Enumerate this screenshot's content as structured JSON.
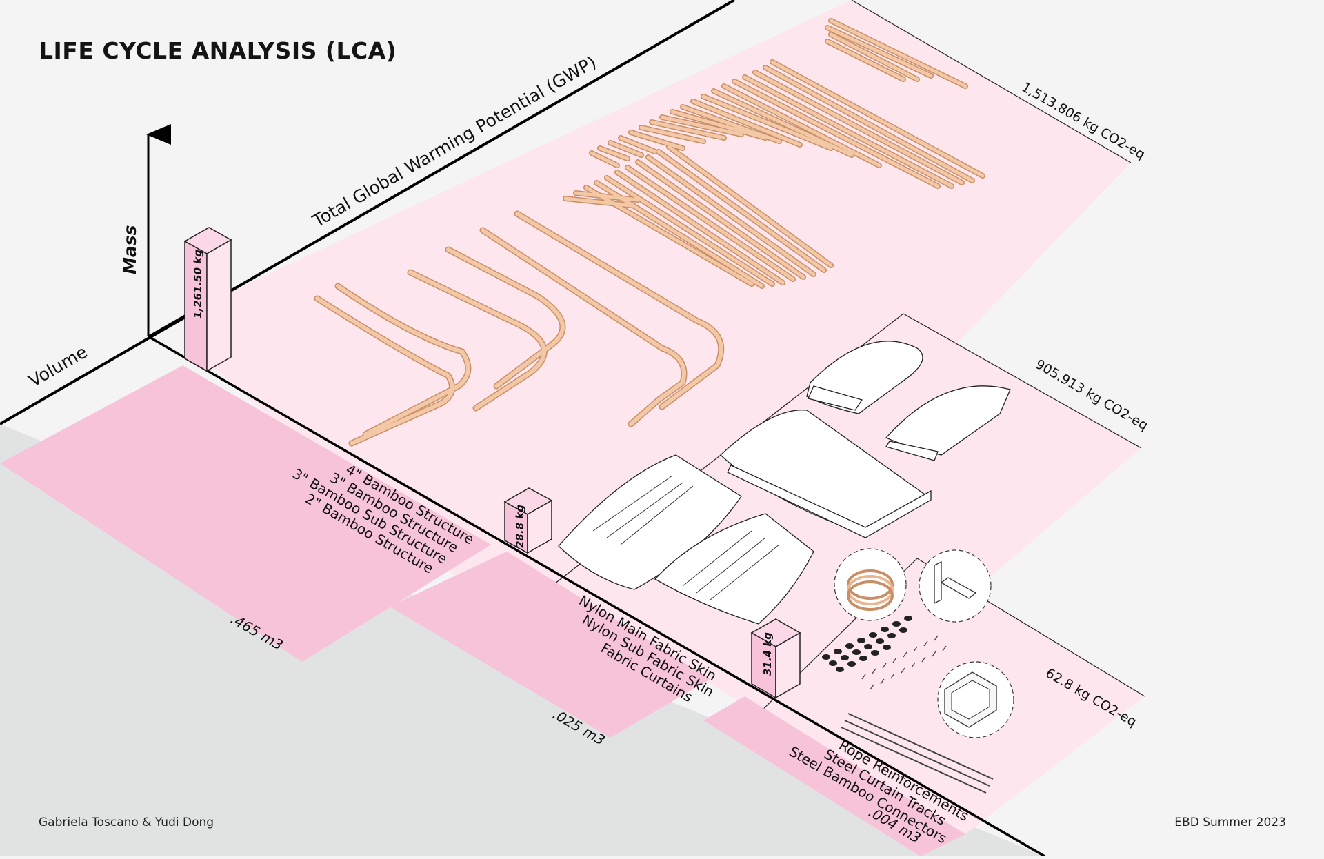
{
  "title": "LIFE CYCLE ANALYSIS (LCA)",
  "axes": {
    "gwp": "Total Global Warming Potential (GWP)",
    "mass": "Mass",
    "volume": "Volume"
  },
  "groups": [
    {
      "id": "bamboo",
      "gwp": "1,513.806 kg CO2-eq",
      "mass": "1,261.50 kg",
      "volume": ".465 m3",
      "materials": [
        "4\" Bamboo Structure",
        "3\" Bamboo Structure",
        "3\" Bamboo Sub Structure",
        "2\" Bamboo Structure"
      ]
    },
    {
      "id": "fabric",
      "gwp": "905.913 kg CO2-eq",
      "mass": "28.8 kg",
      "volume": ".025 m3",
      "materials": [
        "Nylon Main Fabric Skin",
        "Nylon Sub Fabric Skin",
        "Fabric Curtains"
      ]
    },
    {
      "id": "connectors",
      "gwp": "62.8 kg CO2-eq",
      "mass": "31.4 kg",
      "volume": ".004 m3",
      "materials": [
        "Rope Reinforcements",
        "Steel Curtain Tracks",
        "Steel Bamboo Connectors"
      ]
    }
  ],
  "footer": {
    "authors": "Gabriela Toscano & Yudi Dong",
    "course": "EBD Summer 2023"
  },
  "colors": {
    "pink_light": "#fde6ee",
    "pink_mid": "#f7c3d9",
    "pink_bar": "#f8d4e2",
    "grey_floor": "#e2e4e3",
    "bamboo": "#f3c8a6",
    "bamboo_edge": "#c98e66"
  }
}
